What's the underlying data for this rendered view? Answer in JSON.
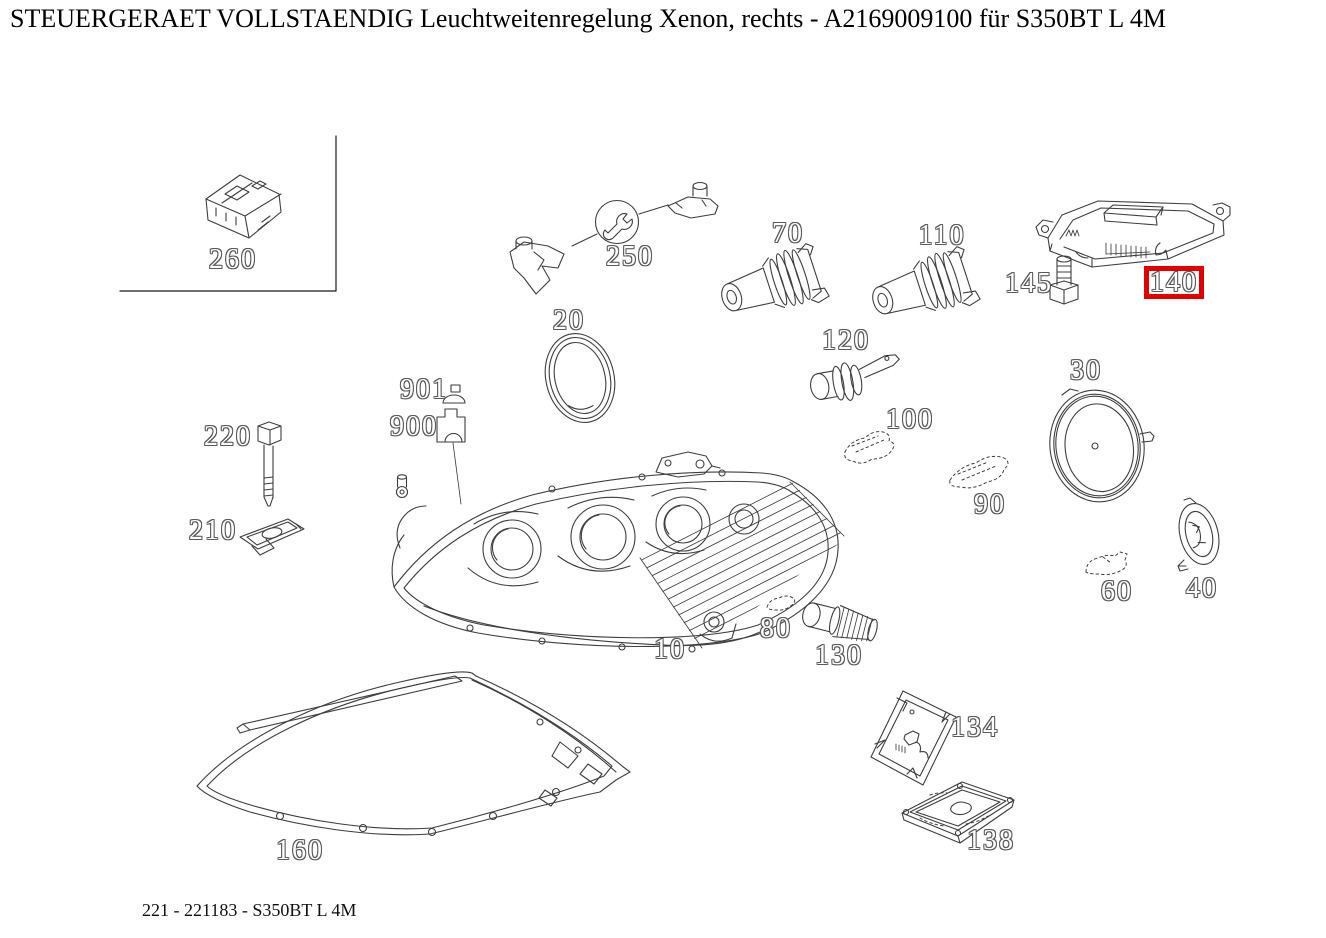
{
  "header": {
    "title": "STEUERGERAET VOLLSTAENDIG Leuchtweitenregelung Xenon, rechts - A2169009100 für S350BT L 4M"
  },
  "footer": {
    "caption": "221 - 221183 - S350BT L 4M"
  },
  "diagram": {
    "highlighted_part": "140",
    "highlight_color": "#e30000",
    "icons": {
      "service_tool": "wrench-in-circle"
    },
    "callouts": [
      {
        "id": "260",
        "label": "260"
      },
      {
        "id": "250",
        "label": "250"
      },
      {
        "id": "70",
        "label": "70"
      },
      {
        "id": "110",
        "label": "110"
      },
      {
        "id": "145",
        "label": "145"
      },
      {
        "id": "140",
        "label": "140"
      },
      {
        "id": "20",
        "label": "20"
      },
      {
        "id": "120",
        "label": "120"
      },
      {
        "id": "100",
        "label": "100"
      },
      {
        "id": "90",
        "label": "90"
      },
      {
        "id": "30",
        "label": "30"
      },
      {
        "id": "901",
        "label": "901"
      },
      {
        "id": "900",
        "label": "900"
      },
      {
        "id": "220",
        "label": "220"
      },
      {
        "id": "210",
        "label": "210"
      },
      {
        "id": "60",
        "label": "60"
      },
      {
        "id": "40",
        "label": "40"
      },
      {
        "id": "80",
        "label": "80"
      },
      {
        "id": "10",
        "label": "10"
      },
      {
        "id": "130",
        "label": "130"
      },
      {
        "id": "134",
        "label": "134"
      },
      {
        "id": "138",
        "label": "138"
      },
      {
        "id": "160",
        "label": "160"
      }
    ]
  }
}
